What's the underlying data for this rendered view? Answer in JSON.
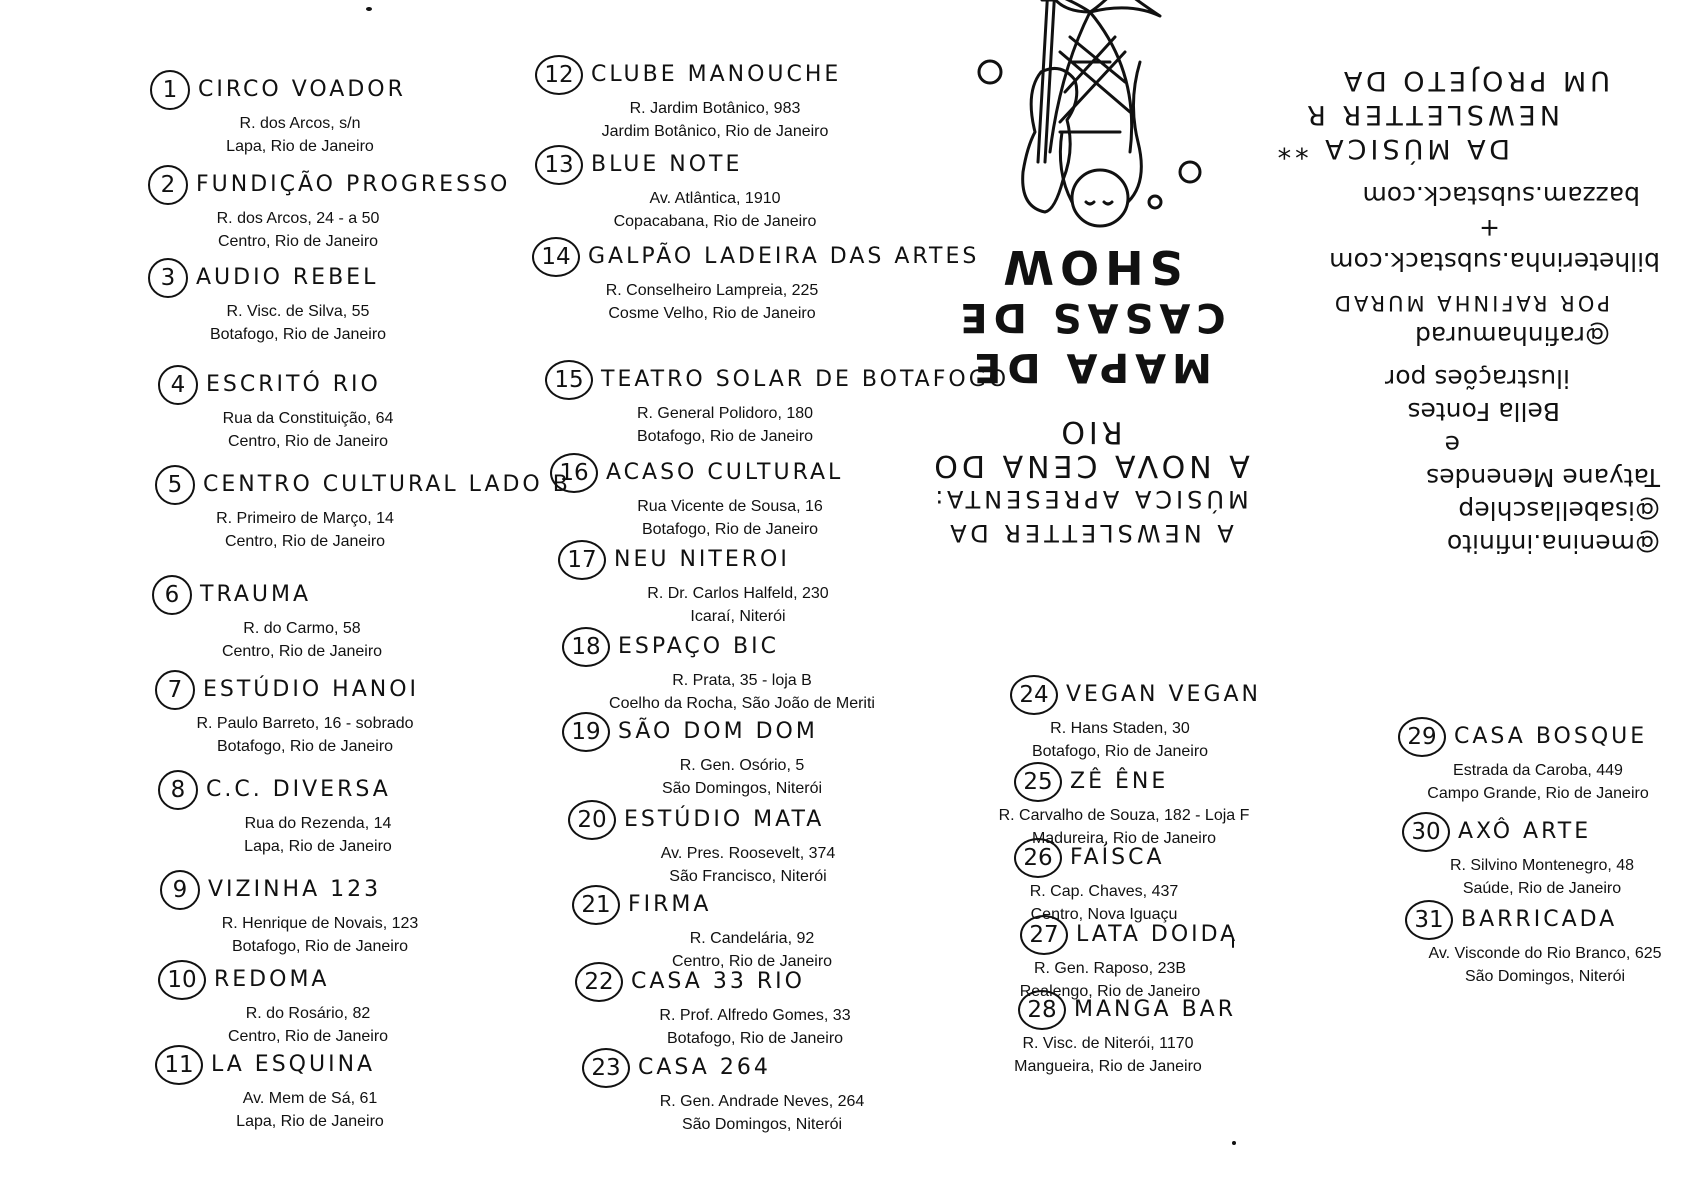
{
  "cover": {
    "title_line1": "MAPA DE",
    "title_line2": "CASAS DE",
    "title_line3": "SHOW",
    "subtitle_line1": "A NEWSLETTER DA",
    "subtitle_line2": "MÚSICA APRESENTA:",
    "subtitle_line3": "A NOVA CENA DO",
    "subtitle_line4": "RIO"
  },
  "credits": {
    "project_line1": "UM PROJETO DA",
    "project_line2": "NEWSLETTER R",
    "project_line3": "DA MÚSICA **",
    "link1": "bazzam.substack.com",
    "plus": "+",
    "link2": "bilheterinha.substack.com",
    "by": "POR RAFINHA MURAD",
    "handle1": "@rafinhamurad",
    "illus_line1": "ilustrações por",
    "illus_line2": "Bella Fontes",
    "illus_line3": "e",
    "illus_line4": "Tatyane Menendes",
    "handle2": "@isabellaschlep",
    "handle3": "@menina.infinito"
  },
  "venues": [
    {
      "num": "1",
      "name": "CIRCO VOADOR",
      "line1": "R. dos Arcos, s/n",
      "line2": "Lapa, Rio de Janeiro"
    },
    {
      "num": "2",
      "name": "FUNDIÇÃO PROGRESSO",
      "line1": "R. dos Arcos, 24 - a 50",
      "line2": "Centro, Rio de Janeiro"
    },
    {
      "num": "3",
      "name": "AUDIO REBEL",
      "line1": "R. Visc. de Silva, 55",
      "line2": "Botafogo, Rio de Janeiro"
    },
    {
      "num": "4",
      "name": "ESCRITÓ RIO",
      "line1": "Rua da Constituição, 64",
      "line2": "Centro, Rio de Janeiro"
    },
    {
      "num": "5",
      "name": "CENTRO CULTURAL LADO B",
      "line1": "R. Primeiro de Março, 14",
      "line2": "Centro, Rio de Janeiro"
    },
    {
      "num": "6",
      "name": "TRAUMA",
      "line1": "R. do Carmo, 58",
      "line2": "Centro, Rio de Janeiro"
    },
    {
      "num": "7",
      "name": "ESTÚDIO HANOI",
      "line1": "R. Paulo Barreto, 16 - sobrado",
      "line2": "Botafogo, Rio de Janeiro"
    },
    {
      "num": "8",
      "name": "C.C. DIVERSA",
      "line1": "Rua do Rezenda, 14",
      "line2": "Lapa, Rio de Janeiro"
    },
    {
      "num": "9",
      "name": "VIZINHA 123",
      "line1": "R. Henrique de Novais, 123",
      "line2": "Botafogo, Rio de Janeiro"
    },
    {
      "num": "10",
      "name": "REDOMA",
      "line1": "R. do Rosário, 82",
      "line2": "Centro, Rio de Janeiro"
    },
    {
      "num": "11",
      "name": "LA ESQUINA",
      "line1": "Av. Mem de Sá, 61",
      "line2": "Lapa, Rio de Janeiro"
    },
    {
      "num": "12",
      "name": "CLUBE MANOUCHE",
      "line1": "R. Jardim Botânico, 983",
      "line2": "Jardim Botânico, Rio de Janeiro"
    },
    {
      "num": "13",
      "name": "BLUE NOTE",
      "line1": "Av. Atlântica, 1910",
      "line2": "Copacabana, Rio de Janeiro"
    },
    {
      "num": "14",
      "name": "GALPÃO LADEIRA DAS ARTES",
      "line1": "R. Conselheiro Lampreia, 225",
      "line2": "Cosme Velho, Rio de Janeiro"
    },
    {
      "num": "15",
      "name": "TEATRO SOLAR DE BOTAFOGO",
      "line1": "R. General Polidoro, 180",
      "line2": "Botafogo, Rio de Janeiro"
    },
    {
      "num": "16",
      "name": "ACASO CULTURAL",
      "line1": "Rua Vicente de Sousa, 16",
      "line2": "Botafogo, Rio de Janeiro"
    },
    {
      "num": "17",
      "name": "NEU NITEROI",
      "line1": "R. Dr. Carlos Halfeld, 230",
      "line2": "Icaraí, Niterói"
    },
    {
      "num": "18",
      "name": "ESPAÇO BIC",
      "line1": "R. Prata, 35 - loja B",
      "line2": "Coelho da Rocha, São João de Meriti"
    },
    {
      "num": "19",
      "name": "SÃO DOM DOM",
      "line1": "R. Gen. Osório, 5",
      "line2": "São Domingos, Niterói"
    },
    {
      "num": "20",
      "name": "ESTÚDIO MATA",
      "line1": "Av. Pres. Roosevelt, 374",
      "line2": "São Francisco, Niterói"
    },
    {
      "num": "21",
      "name": "FIRMA",
      "line1": "R. Candelária, 92",
      "line2": "Centro, Rio de Janeiro"
    },
    {
      "num": "22",
      "name": "CASA 33 RIO",
      "line1": "R. Prof. Alfredo Gomes, 33",
      "line2": "Botafogo, Rio de Janeiro"
    },
    {
      "num": "23",
      "name": "CASA 264",
      "line1": "R. Gen. Andrade Neves, 264",
      "line2": "São Domingos, Niterói"
    },
    {
      "num": "24",
      "name": "VEGAN VEGAN",
      "line1": "R. Hans Staden, 30",
      "line2": "Botafogo, Rio de Janeiro"
    },
    {
      "num": "25",
      "name": "ZÊ ÊNE",
      "line1": "R. Carvalho de Souza, 182 - Loja F",
      "line2": "Madureira, Rio de Janeiro"
    },
    {
      "num": "26",
      "name": "FAÍSCA",
      "line1": "R. Cap. Chaves, 437",
      "line2": "Centro, Nova Iguaçu"
    },
    {
      "num": "27",
      "name": "LATA DOIDA",
      "line1": "R. Gen. Raposo, 23B",
      "line2": "Realengo, Rio de Janeiro"
    },
    {
      "num": "28",
      "name": "MANGA BAR",
      "line1": "R. Visc. de Niterói, 1170",
      "line2": "Mangueira, Rio de Janeiro"
    },
    {
      "num": "29",
      "name": "CASA BOSQUE",
      "line1": "Estrada da Caroba, 449",
      "line2": "Campo Grande, Rio de Janeiro"
    },
    {
      "num": "30",
      "name": "AXÔ ARTE",
      "line1": "R. Silvino Montenegro, 48",
      "line2": "Saúde, Rio de Janeiro"
    },
    {
      "num": "31",
      "name": "BARRICADA",
      "line1": "Av. Visconde do Rio Branco, 625",
      "line2": "São Domingos, Niterói"
    }
  ]
}
